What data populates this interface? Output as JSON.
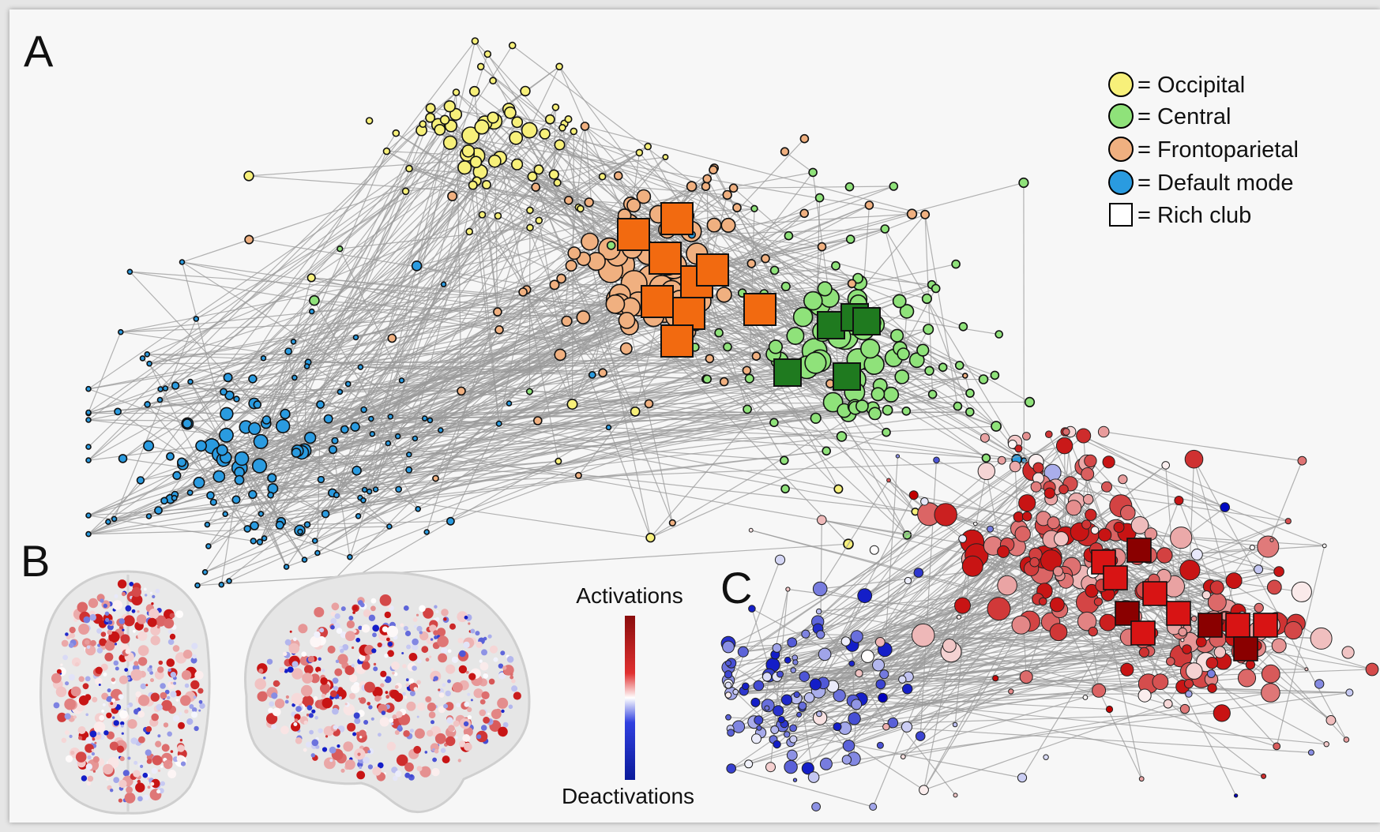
{
  "panels": {
    "a": {
      "label": "A"
    },
    "b": {
      "label": "B"
    },
    "c": {
      "label": "C"
    }
  },
  "legend": {
    "items": [
      {
        "label": "= Occipital",
        "shape": "circle",
        "color": "#f7f07a"
      },
      {
        "label": "= Central",
        "shape": "circle",
        "color": "#8fe27a"
      },
      {
        "label": "= Frontoparietal",
        "shape": "circle",
        "color": "#f0b080"
      },
      {
        "label": "= Default mode",
        "shape": "circle",
        "color": "#2a9be0"
      },
      {
        "label": "= Rich club",
        "shape": "square",
        "color": "#ffffff"
      }
    ]
  },
  "colorbar": {
    "top_label": "Activations",
    "bottom_label": "Deactivations",
    "top_color": "#8a0d0d",
    "mid_color": "#ffffff",
    "bottom_color": "#0a1a9a"
  },
  "colors": {
    "occipital": "#f7f07a",
    "central": "#8fe27a",
    "central_rich": "#1f7a1f",
    "frontoparietal": "#f0b080",
    "frontoparietal_rich": "#f26a10",
    "default_mode": "#2a9be0",
    "edge": "#9a9a9a"
  }
}
